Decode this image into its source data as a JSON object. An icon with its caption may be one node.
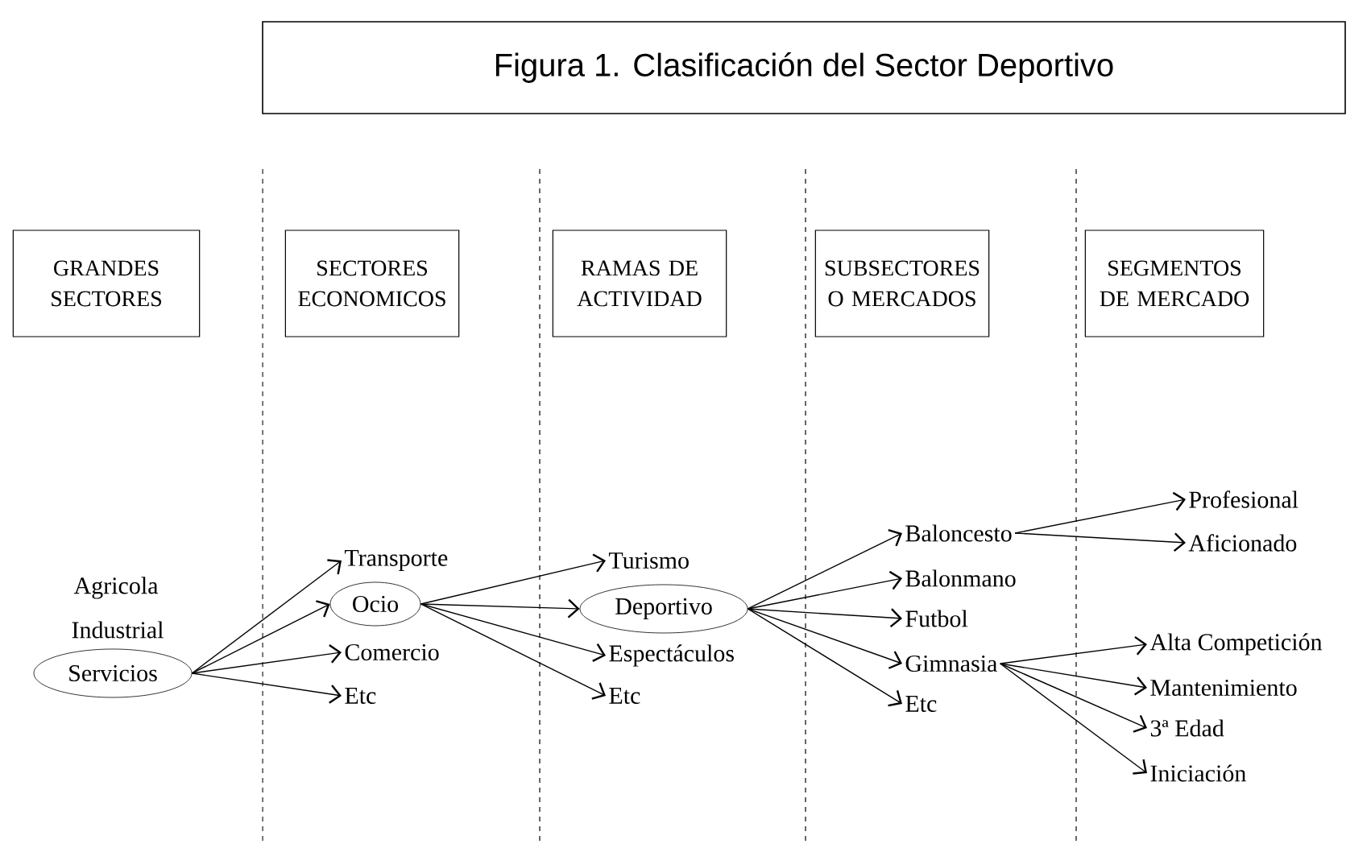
{
  "diagram": {
    "title": "Figura 1.  Clasificación del Sector Deportivo",
    "nodes": [
      {
        "text": [
          "GRANDES SECTORES"
        ]
      },
      {
        "text": [
          "SECTORES ECONOMICOS"
        ]
      },
      {
        "text": [
          "RAMAS DE ACTIVIDAD"
        ]
      },
      {
        "text": [
          "SUBSECTORES O MERCADOS"
        ]
      },
      {
        "text": [
          "SEGMENTOS DE MERCADO"
        ]
      },
      {
        "text": [
          "Servicios"
        ]
      },
      {
        "text": [
          "Transporte"
        ]
      },
      {
        "text": [
          "Ocio"
        ]
      },
      {
        "text": [
          "Comercio"
        ]
      },
      {
        "text": [
          "Etc"
        ]
      },
      {
        "text": [
          "Turismo"
        ]
      },
      {
        "text": [
          "Deportivo"
        ]
      },
      {
        "text": [
          "Espectáculos"
        ]
      },
      {
        "text": [
          "Etc"
        ]
      },
      {
        "text": [
          "Baloncesto"
        ]
      },
      {
        "text": [
          "Balonmano"
        ]
      },
      {
        "text": [
          "Futbol"
        ]
      },
      {
        "text": [
          "Gimnasia"
        ]
      },
      {
        "text": [
          "Etc"
        ]
      },
      {
        "text": [
          "Profesional"
        ]
      },
      {
        "text": [
          "Aficionado"
        ]
      },
      {
        "text": [
          "Alta Competición"
        ]
      },
      {
        "text": [
          "Mantenimiento"
        ]
      },
      {
        "text": [
          "3ª Edad"
        ]
      },
      {
        "text": [
          "Iniciación"
        ]
      }
    ],
    "edges": [
      {
        "from": 5,
        "to": 6,
        "arrow": "to"
      },
      {
        "from": 5,
        "to": 7,
        "arrow": "to"
      },
      {
        "from": 5,
        "to": 8,
        "arrow": "to"
      },
      {
        "from": 5,
        "to": 9,
        "arrow": "to"
      },
      {
        "from": 7,
        "to": 10,
        "arrow": "to"
      },
      {
        "from": 7,
        "to": 11,
        "arrow": "to"
      },
      {
        "from": 7,
        "to": 12,
        "arrow": "to"
      },
      {
        "from": 7,
        "to": 13,
        "arrow": "to"
      },
      {
        "from": 11,
        "to": 14,
        "arrow": "to"
      },
      {
        "from": 11,
        "to": 15,
        "arrow": "to"
      },
      {
        "from": 11,
        "to": 16,
        "arrow": "to"
      },
      {
        "from": 11,
        "to": 17,
        "arrow": "to"
      },
      {
        "from": 11,
        "to": 18,
        "arrow": "to"
      },
      {
        "from": 14,
        "to": 19,
        "arrow": "to"
      },
      {
        "from": 14,
        "to": 20,
        "arrow": "to"
      },
      {
        "from": 17,
        "to": 21,
        "arrow": "to"
      },
      {
        "from": 17,
        "to": 22,
        "arrow": "to"
      },
      {
        "from": 17,
        "to": 23,
        "arrow": "to"
      },
      {
        "from": 17,
        "to": 24,
        "arrow": "to"
      }
    ],
    "labels": [
      "Agricola",
      "Industrial"
    ]
  }
}
